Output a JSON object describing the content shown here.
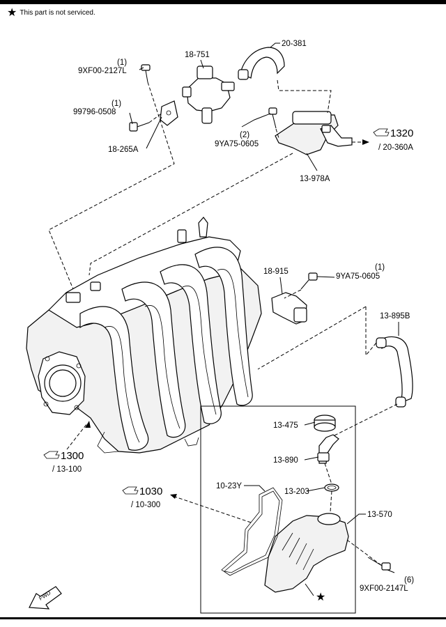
{
  "header": {
    "note_symbol": "★",
    "note_text": "This part is not serviced."
  },
  "labels": {
    "p_9xf00_2127l_qty": "(1)",
    "p_9xf00_2127l": "9XF00-2127L",
    "p_99796_0508_qty": "(1)",
    "p_99796_0508": "99796-0508",
    "p_18_265a": "18-265A",
    "p_18_751": "18-751",
    "p_20_381": "20-381",
    "p_9ya75_0605_a_qty": "(2)",
    "p_9ya75_0605_a": "9YA75-0605",
    "p_13_978a": "13-978A",
    "p_18_915": "18-915",
    "p_9ya75_0605_b_qty": "(1)",
    "p_9ya75_0605_b": "9YA75-0605",
    "p_13_895b": "13-895B",
    "p_13_475": "13-475",
    "p_13_890": "13-890",
    "p_13_203": "13-203",
    "p_10_23y": "10-23Y",
    "p_13_570": "13-570",
    "p_9xf00_2147l_qty": "(6)",
    "p_9xf00_2147l": "9XF00-2147L"
  },
  "references": {
    "r1320_num": "1320",
    "r1320_sub": "/ 20-360A",
    "r1300_num": "1300",
    "r1300_sub": "/ 13-100",
    "r1030_num": "1030",
    "r1030_sub": "/ 10-300"
  },
  "markers": {
    "star_symbol": "★",
    "fwd_text": "FWD"
  }
}
